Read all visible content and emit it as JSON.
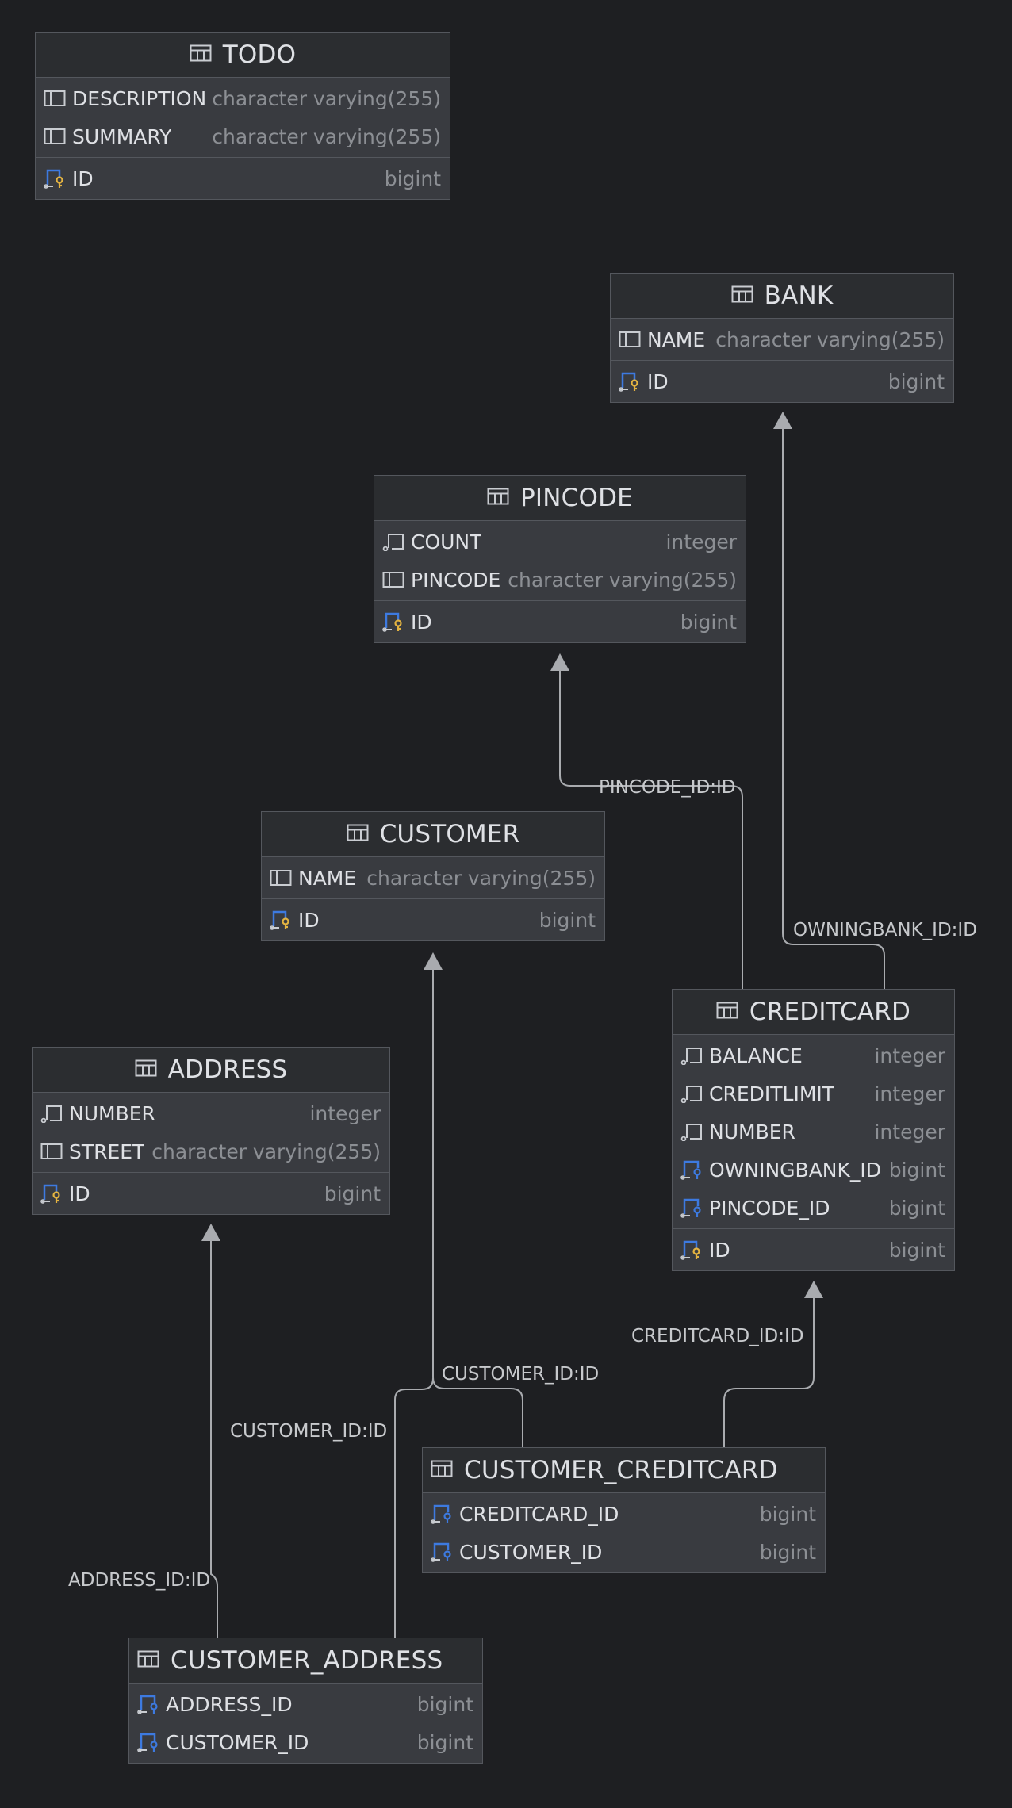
{
  "tables": {
    "todo": {
      "name": "TODO",
      "columns": [
        {
          "name": "DESCRIPTION",
          "type": "character varying(255)"
        },
        {
          "name": "SUMMARY",
          "type": "character varying(255)"
        }
      ],
      "keys": [
        {
          "name": "ID",
          "type": "bigint"
        }
      ]
    },
    "bank": {
      "name": "BANK",
      "columns": [
        {
          "name": "NAME",
          "type": "character varying(255)"
        }
      ],
      "keys": [
        {
          "name": "ID",
          "type": "bigint"
        }
      ]
    },
    "pincode": {
      "name": "PINCODE",
      "columns": [
        {
          "name": "COUNT",
          "type": "integer"
        },
        {
          "name": "PINCODE",
          "type": "character varying(255)"
        }
      ],
      "keys": [
        {
          "name": "ID",
          "type": "bigint"
        }
      ]
    },
    "customer": {
      "name": "CUSTOMER",
      "columns": [
        {
          "name": "NAME",
          "type": "character varying(255)"
        }
      ],
      "keys": [
        {
          "name": "ID",
          "type": "bigint"
        }
      ]
    },
    "creditcard": {
      "name": "CREDITCARD",
      "columns": [
        {
          "name": "BALANCE",
          "type": "integer"
        },
        {
          "name": "CREDITLIMIT",
          "type": "integer"
        },
        {
          "name": "NUMBER",
          "type": "integer"
        },
        {
          "name": "OWNINGBANK_ID",
          "type": "bigint"
        },
        {
          "name": "PINCODE_ID",
          "type": "bigint"
        }
      ],
      "keys": [
        {
          "name": "ID",
          "type": "bigint"
        }
      ]
    },
    "address": {
      "name": "ADDRESS",
      "columns": [
        {
          "name": "NUMBER",
          "type": "integer"
        },
        {
          "name": "STREET",
          "type": "character varying(255)"
        }
      ],
      "keys": [
        {
          "name": "ID",
          "type": "bigint"
        }
      ]
    },
    "customer_creditcard": {
      "name": "CUSTOMER_CREDITCARD",
      "columns": [
        {
          "name": "CREDITCARD_ID",
          "type": "bigint"
        },
        {
          "name": "CUSTOMER_ID",
          "type": "bigint"
        }
      ],
      "keys": []
    },
    "customer_address": {
      "name": "CUSTOMER_ADDRESS",
      "columns": [
        {
          "name": "ADDRESS_ID",
          "type": "bigint"
        },
        {
          "name": "CUSTOMER_ID",
          "type": "bigint"
        }
      ],
      "keys": []
    }
  },
  "relations": {
    "pincode_id": "PINCODE_ID:ID",
    "owningbank_id": "OWNINGBANK_ID:ID",
    "creditcard_id": "CREDITCARD_ID:ID",
    "customer_id_cc": "CUSTOMER_ID:ID",
    "customer_id_addr": "CUSTOMER_ID:ID",
    "address_id": "ADDRESS_ID:ID"
  },
  "colors": {
    "background": "#1e1f22",
    "table_body": "#393b40",
    "table_header": "#2b2d30",
    "border": "#54575d",
    "edge": "#a9abaf",
    "key_blue": "#3d7ae0",
    "key_gold": "#e3b341"
  }
}
